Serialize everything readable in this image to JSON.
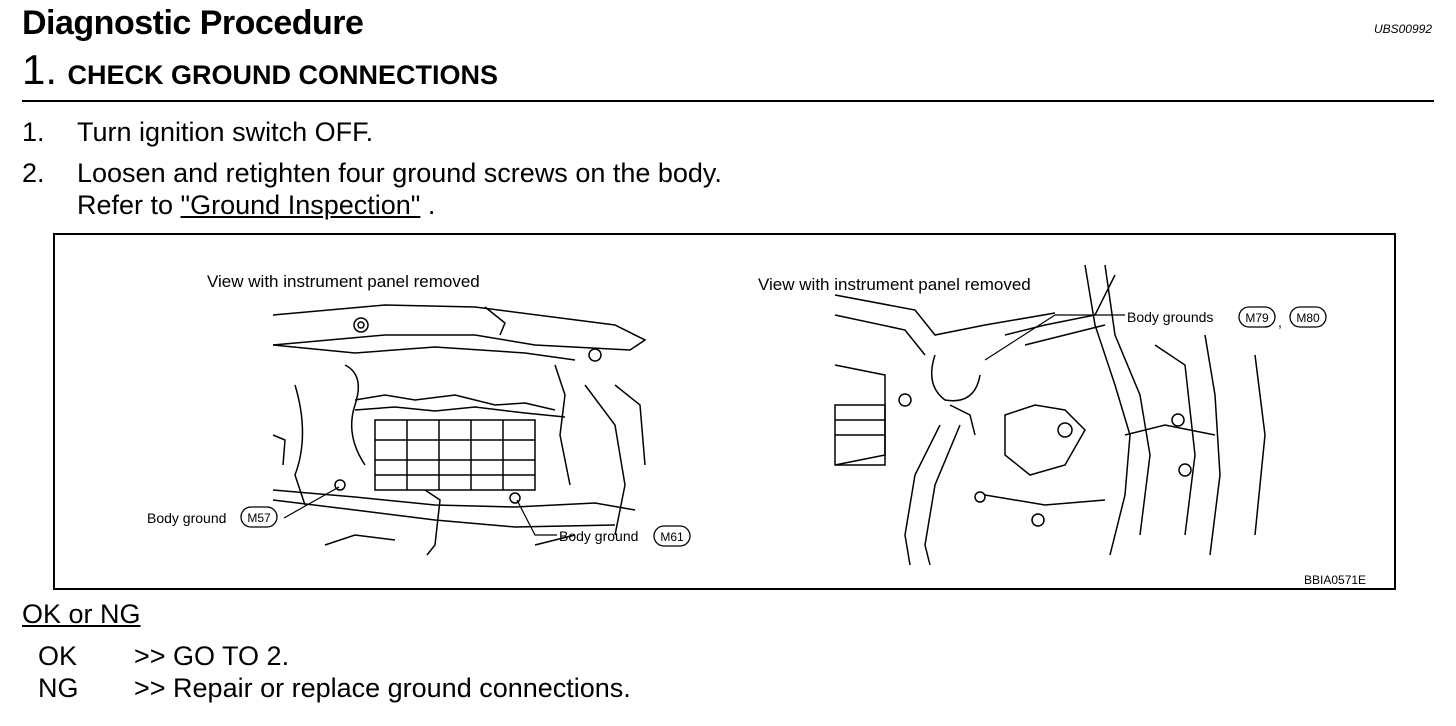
{
  "header": {
    "title": "Diagnostic Procedure",
    "doc_id": "UBS00992",
    "step_number": "1.",
    "step_title": "CHECK GROUND CONNECTIONS"
  },
  "instructions": [
    {
      "num": "1.",
      "text": "Turn ignition switch OFF."
    },
    {
      "num": "2.",
      "text": "Loosen and retighten four ground screws on the body.",
      "ref_prefix": "Refer to ",
      "ref_link": "\"Ground Inspection\"",
      "ref_suffix": " ."
    }
  ],
  "figure": {
    "left_caption": "View with instrument panel removed",
    "right_caption": "View with instrument panel removed",
    "label_m57_text": "Body ground",
    "label_m57_conn": "M57",
    "label_m61_text": "Body ground",
    "label_m61_conn": "M61",
    "label_m79_text": "Body grounds",
    "label_m79_conn": "M79",
    "label_m80_conn": "M80",
    "comma": ",",
    "figure_id": "BBIA0571E"
  },
  "result": {
    "heading": "OK or NG",
    "rows": [
      {
        "key": "OK",
        "text": ">> GO TO 2."
      },
      {
        "key": "NG",
        "text": ">> Repair or replace ground connections."
      }
    ]
  }
}
